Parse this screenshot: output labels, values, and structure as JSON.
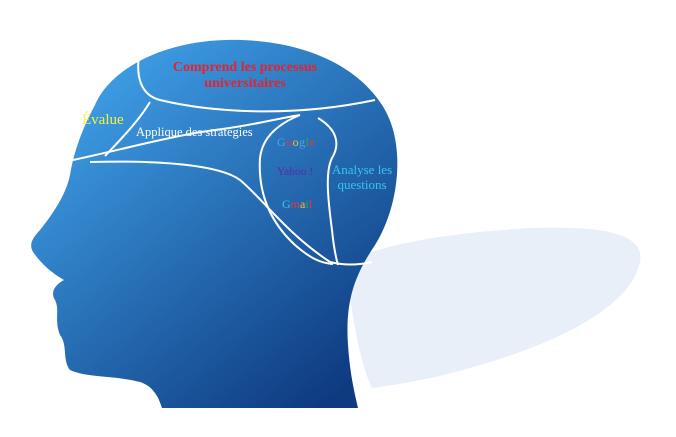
{
  "colors": {
    "head_light": "#3f9fe6",
    "head_dark": "#0e3a80",
    "shadow": "#e8eff8",
    "divider": "#ffffff",
    "evalue": "#f5f53a",
    "analyse": "#35c6f0",
    "yahoo": "#5a2aa8",
    "comprend": "#e3232f"
  },
  "regions": {
    "comprend": "Comprend les processus universitaires",
    "evalue": "Évalue",
    "applique": "Applique des stratégies",
    "analyse": "Analyse les questions"
  },
  "tools": {
    "google": {
      "letters": [
        {
          "c": "G",
          "color": "#4aa3f0"
        },
        {
          "c": "o",
          "color": "#e53935"
        },
        {
          "c": "o",
          "color": "#fbc02d"
        },
        {
          "c": "g",
          "color": "#4aa3f0"
        },
        {
          "c": "l",
          "color": "#43a047"
        },
        {
          "c": "e",
          "color": "#e53935"
        }
      ]
    },
    "yahoo": "Yahoo !",
    "gmail": {
      "letters": [
        {
          "c": "G",
          "color": "#35c6f0"
        },
        {
          "c": "m",
          "color": "#e53935"
        },
        {
          "c": "a",
          "color": "#fbc02d"
        },
        {
          "c": "i",
          "color": "#43a047"
        },
        {
          "c": "l",
          "color": "#e53935"
        }
      ]
    }
  }
}
